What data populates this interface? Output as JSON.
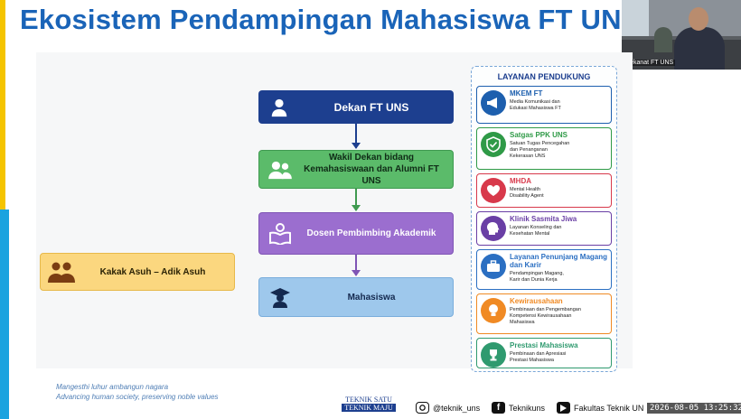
{
  "slide": {
    "title": "Ekosistem Pendampingan Mahasiswa FT UN",
    "quote_line1": "Mangesthi luhur ambangun nagara",
    "quote_line2": "Advancing human society, preserving noble values"
  },
  "webcam": {
    "participant_label": "Dekanat FT UNS"
  },
  "chart_data": {
    "type": "diagram",
    "hierarchy": [
      {
        "id": "dekan",
        "label": "Dekan FT UNS",
        "icon": "user-icon",
        "color": "#1d3f8f"
      },
      {
        "id": "wakil",
        "label_line1": "Wakil Dekan bidang",
        "label_line2": "Kemahasiswaan dan Alumni FT UNS",
        "icon": "group-icon",
        "color": "#5bbb6a"
      },
      {
        "id": "dosen",
        "label": "Dosen Pembimbing Akademik",
        "icon": "teacher-book-icon",
        "color": "#9b6ecf"
      },
      {
        "id": "mahasiswa",
        "label": "Mahasiswa",
        "icon": "graduate-icon",
        "color": "#9ec8ec"
      }
    ],
    "peer_node": {
      "label": "Kakak Asuh – Adik Asuh",
      "icon": "peers-icon",
      "color": "#fbd77f"
    },
    "support_title": "LAYANAN PENDUKUNG",
    "support_services": [
      {
        "title": "MKEM FT",
        "desc": [
          "Media Komunikasi dan",
          "Edukasi Mahasiswa FT"
        ],
        "icon": "megaphone-icon",
        "color": "#1d5fae"
      },
      {
        "title": "Satgas PPK UNS",
        "desc": [
          "Satuan Tugas Pencegahan",
          "dan Penanganan",
          "Kekerasan UNS"
        ],
        "icon": "shield-check-icon",
        "color": "#2f9a47"
      },
      {
        "title": "MHDA",
        "desc": [
          "Mental Health",
          "Disability Agent"
        ],
        "icon": "heart-hand-icon",
        "color": "#d8394b"
      },
      {
        "title": "Klinik Sasmita Jiwa",
        "desc": [
          "Layanan Konseling dan",
          "Kesehatan Mental"
        ],
        "icon": "head-mind-icon",
        "color": "#6a3fa5"
      },
      {
        "title": "Layanan Penunjang Magang dan Karir",
        "desc": [
          "Pendampingan Magang,",
          "Karir dan Dunia Kerja"
        ],
        "icon": "briefcase-icon",
        "color": "#2b6fc2"
      },
      {
        "title": "Kewirausahaan",
        "desc": [
          "Pembinaan dan Pengembangan",
          "Kompetensi Kewirausahaan",
          "Mahasiswa"
        ],
        "icon": "lightbulb-icon",
        "color": "#f08a24"
      },
      {
        "title": "Prestasi Mahasiswa",
        "desc": [
          "Pembinaan dan Apresiasi",
          "Prestasi Mahasiswa"
        ],
        "icon": "trophy-icon",
        "color": "#2f9a6f"
      }
    ]
  },
  "footer": {
    "brand_line1": "TEKNIK SATU",
    "brand_line2": "TEKNIK MAJU",
    "instagram": "@teknik_uns",
    "facebook": "Teknikuns",
    "youtube": "Fakultas Teknik UN",
    "timestamp": "2026-08-05 13:25:32"
  }
}
